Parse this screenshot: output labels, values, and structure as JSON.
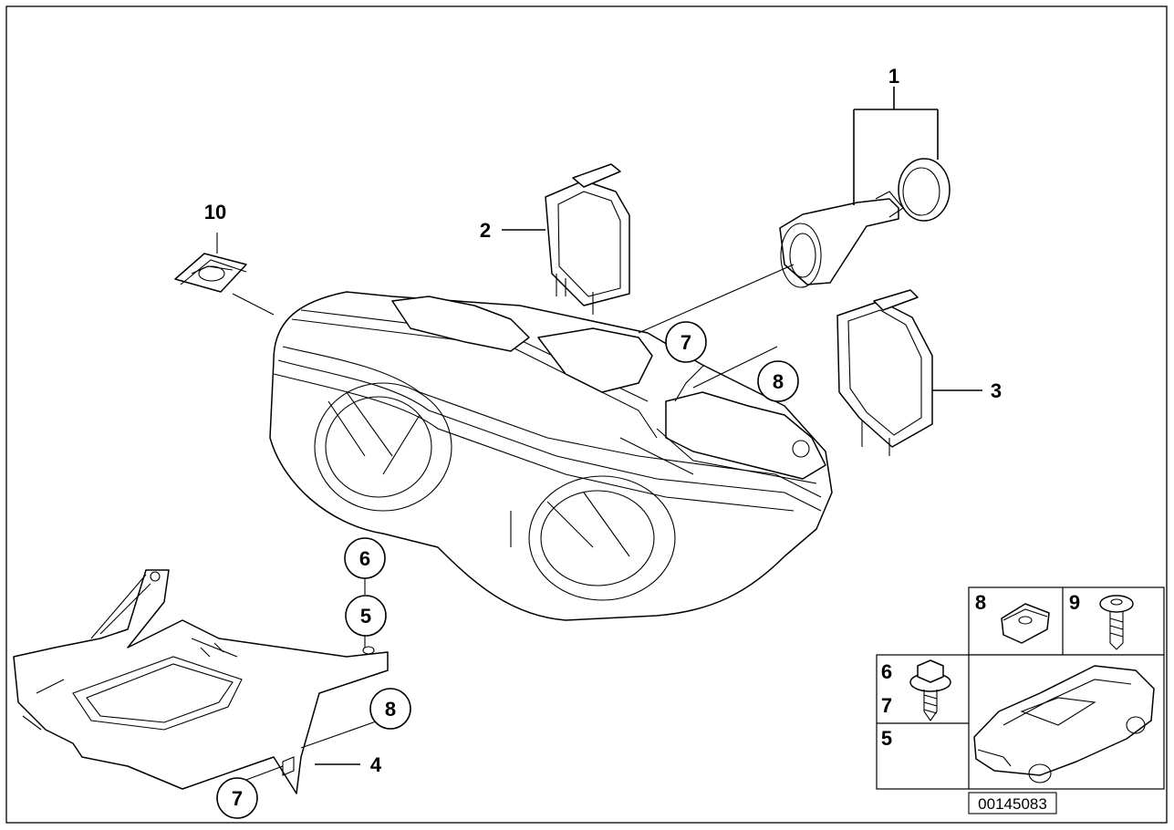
{
  "diagram_code": "00145083",
  "callouts": {
    "c1": "1",
    "c2": "2",
    "c3": "3",
    "c4": "4",
    "c5": "5",
    "c6": "6",
    "c7a": "7",
    "c7b": "7",
    "c8a": "8",
    "c8b": "8",
    "c10": "10"
  },
  "legend": {
    "l8": "8",
    "l9": "9",
    "l6": "6",
    "l7": "7",
    "l5": "5"
  }
}
